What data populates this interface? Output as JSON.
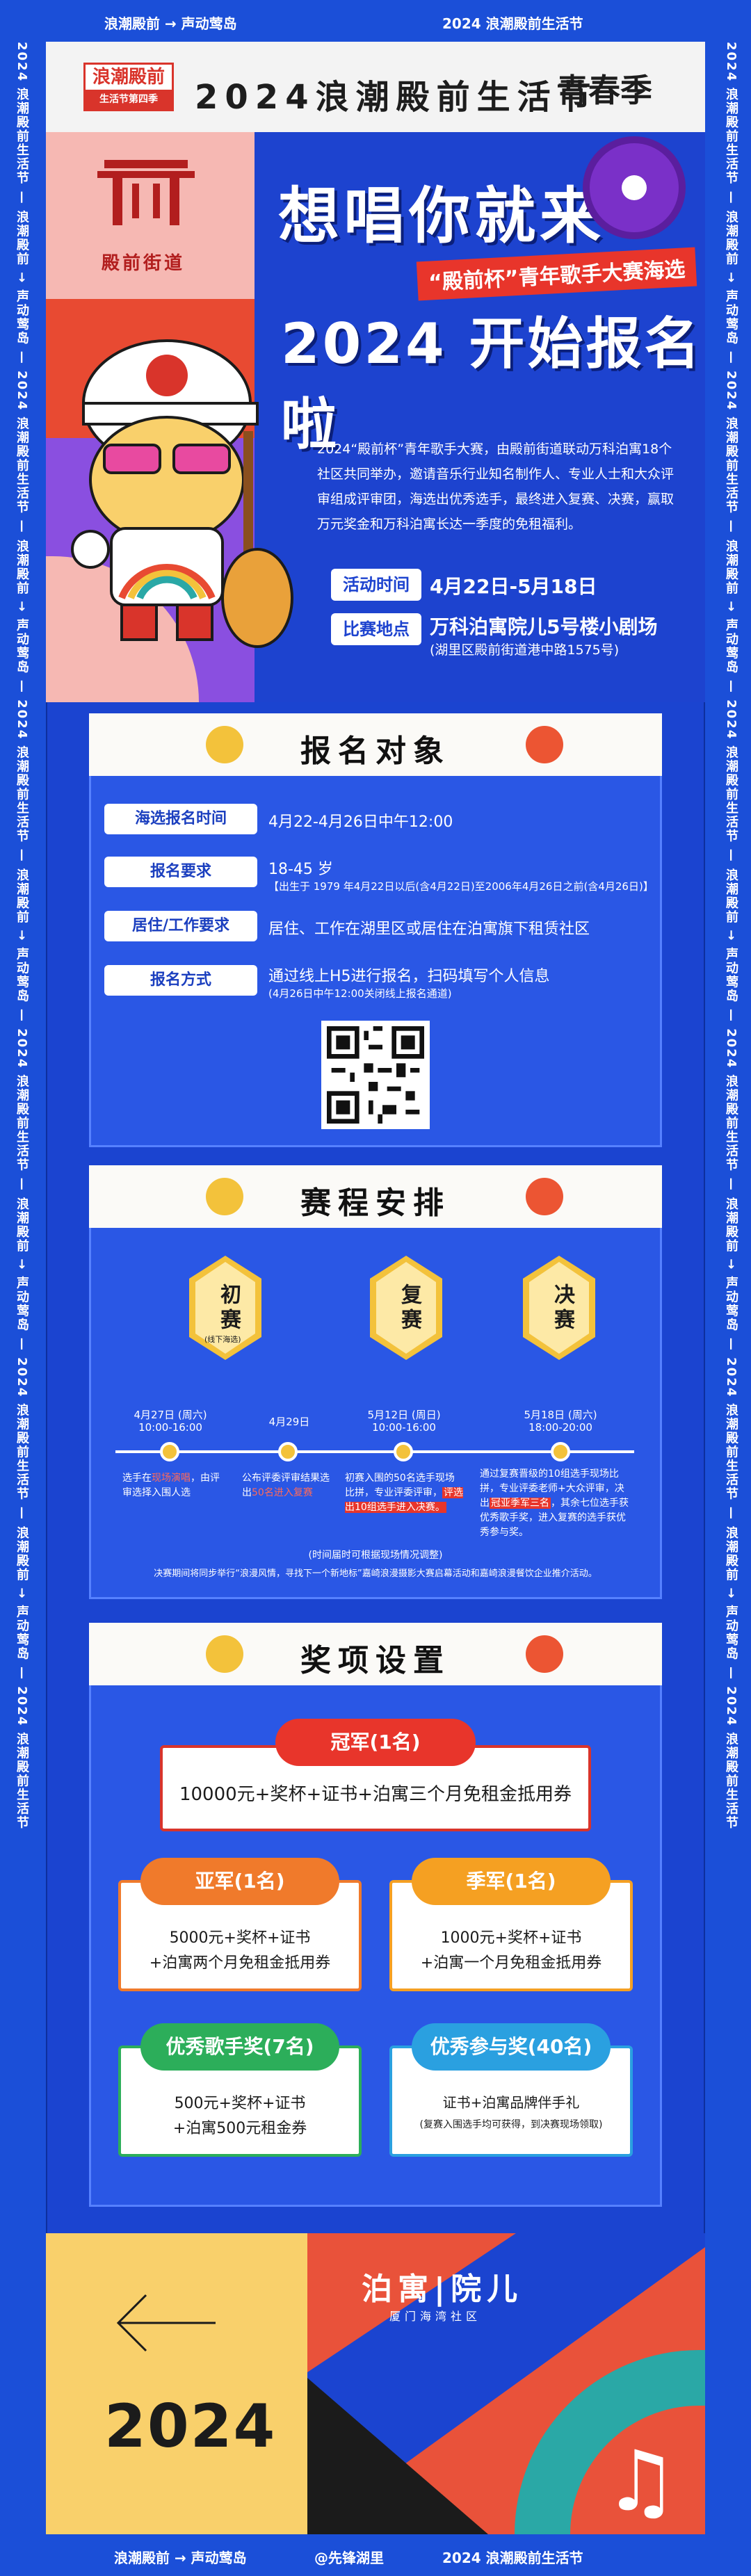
{
  "strip": {
    "left": "浪潮殿前 → 声动莺岛",
    "right": "2024 浪潮殿前生活节",
    "rail": "2024 浪潮殿前生活节 — 浪潮殿前 → 声动莺岛 — 2024 浪潮殿前生活节 — 浪潮殿前 → 声动莺岛 — 2024 浪潮殿前生活节 — 浪潮殿前 → 声动莺岛 — 2024 浪潮殿前生活节 — 浪潮殿前 → 声动莺岛 — 2024 浪潮殿前生活节 — 浪潮殿前 → 声动莺岛 — 2024 浪潮殿前生活节",
    "watermark": "@先锋湖里"
  },
  "header": {
    "logo_line1": "浪潮殿前",
    "logo_line2": "生活节第四季",
    "title": "2024浪潮殿前生活节",
    "badge": "青春季"
  },
  "hero": {
    "gate_label": "殿前街道",
    "title1": "想唱你就来",
    "subtitle": "“殿前杯”青年歌手大赛海选",
    "title2": "2024 开始报名啦",
    "intro": "2024“殿前杯”青年歌手大赛，由殿前街道联动万科泊寓18个社区共同举办，邀请音乐行业知名制作人、专业人士和大众评审组成评审团，海选出优秀选手，最终进入复赛、决赛，赢取万元奖金和万科泊寓长达一季度的免租福利。",
    "time_label": "活动时间",
    "time_value": "4月22日-5月18日",
    "place_label": "比赛地点",
    "place_value": "万科泊寓院儿5号楼小剧场",
    "place_sub": "(湖里区殿前街道港中路1575号)"
  },
  "signup": {
    "title": "报名对象",
    "rows": [
      {
        "label": "海选报名时间",
        "value": "4月22-4月26日中午12:00",
        "note": ""
      },
      {
        "label": "报名要求",
        "value": "18-45 岁",
        "note": "【出生于 1979 年4月22日以后(含4月22日)至2006年4月26日之前(含4月26日)】"
      },
      {
        "label": "居住/工作要求",
        "value": "居住、工作在湖里区或居住在泊寓旗下租赁社区",
        "note": ""
      },
      {
        "label": "报名方式",
        "value": "通过线上H5进行报名，扫码填写个人信息",
        "note": "(4月26日中午12:00关闭线上报名通道)"
      }
    ]
  },
  "schedule": {
    "title": "赛程安排",
    "stages": [
      {
        "name": "初赛",
        "note": "(线下海选)"
      },
      {
        "name": "复赛",
        "note": ""
      },
      {
        "name": "决赛",
        "note": ""
      }
    ],
    "dates": [
      {
        "date": "4月27日 (周六)",
        "time": "10:00-16:00"
      },
      {
        "date": "4月29日",
        "time": ""
      },
      {
        "date": "5月12日 (周日)",
        "time": "10:00-16:00"
      },
      {
        "date": "5月18日 (周六)",
        "time": "18:00-20:00"
      }
    ],
    "desc1_a": "选手在",
    "desc1_hl": "现场演唱",
    "desc1_b": "，由评审选择入围人选",
    "desc2_a": "公布评委评审结果选出",
    "desc2_hl": "50名进入复赛",
    "desc3_a": "初赛入围的50名选手现场比拼，专业评委评审，",
    "desc3_hl": "评选出10组选手进入决赛。",
    "desc4_a": "通过复赛晋级的10组选手现场比拼，专业评委老师+大众评审，决出",
    "desc4_hl": "冠亚季军三名",
    "desc4_b": "，其余七位选手获优秀歌手奖，进入复赛的选手获优秀参与奖。",
    "footnote1": "(时间届时可根据现场情况调整)",
    "footnote2": "决赛期间将同步举行“浪漫风情，寻找下一个新地标”嘉崎浪漫摄影大赛启幕活动和嘉崎浪漫餐饮企业推介活动。"
  },
  "prizes": {
    "title": "奖项设置",
    "champion": {
      "tag": "冠军(1名)",
      "text": "10000元+奖杯+证书+泊寓三个月免租金抵用券"
    },
    "second": {
      "tag": "亚军(1名)",
      "line1": "5000元+奖杯+证书",
      "line2": "+泊寓两个月免租金抵用券"
    },
    "third": {
      "tag": "季军(1名)",
      "line1": "1000元+奖杯+证书",
      "line2": "+泊寓一个月免租金抵用券"
    },
    "excellent": {
      "tag": "优秀歌手奖(7名)",
      "line1": "500元+奖杯+证书",
      "line2": "+泊寓500元租金券"
    },
    "participant": {
      "tag": "优秀参与奖(40名)",
      "line1": "证书+泊寓品牌伴手礼",
      "line2": "(复赛入围选手均可获得，到决赛现场领取)"
    }
  },
  "footer": {
    "brand": "泊寓|院儿",
    "brand_sub": "厦门海湾社区",
    "year": "2024"
  },
  "colors": {
    "blue": "#1b4fd8",
    "red": "#e8352b",
    "yellow": "#f3c23b",
    "teal": "#2aa8a6"
  }
}
